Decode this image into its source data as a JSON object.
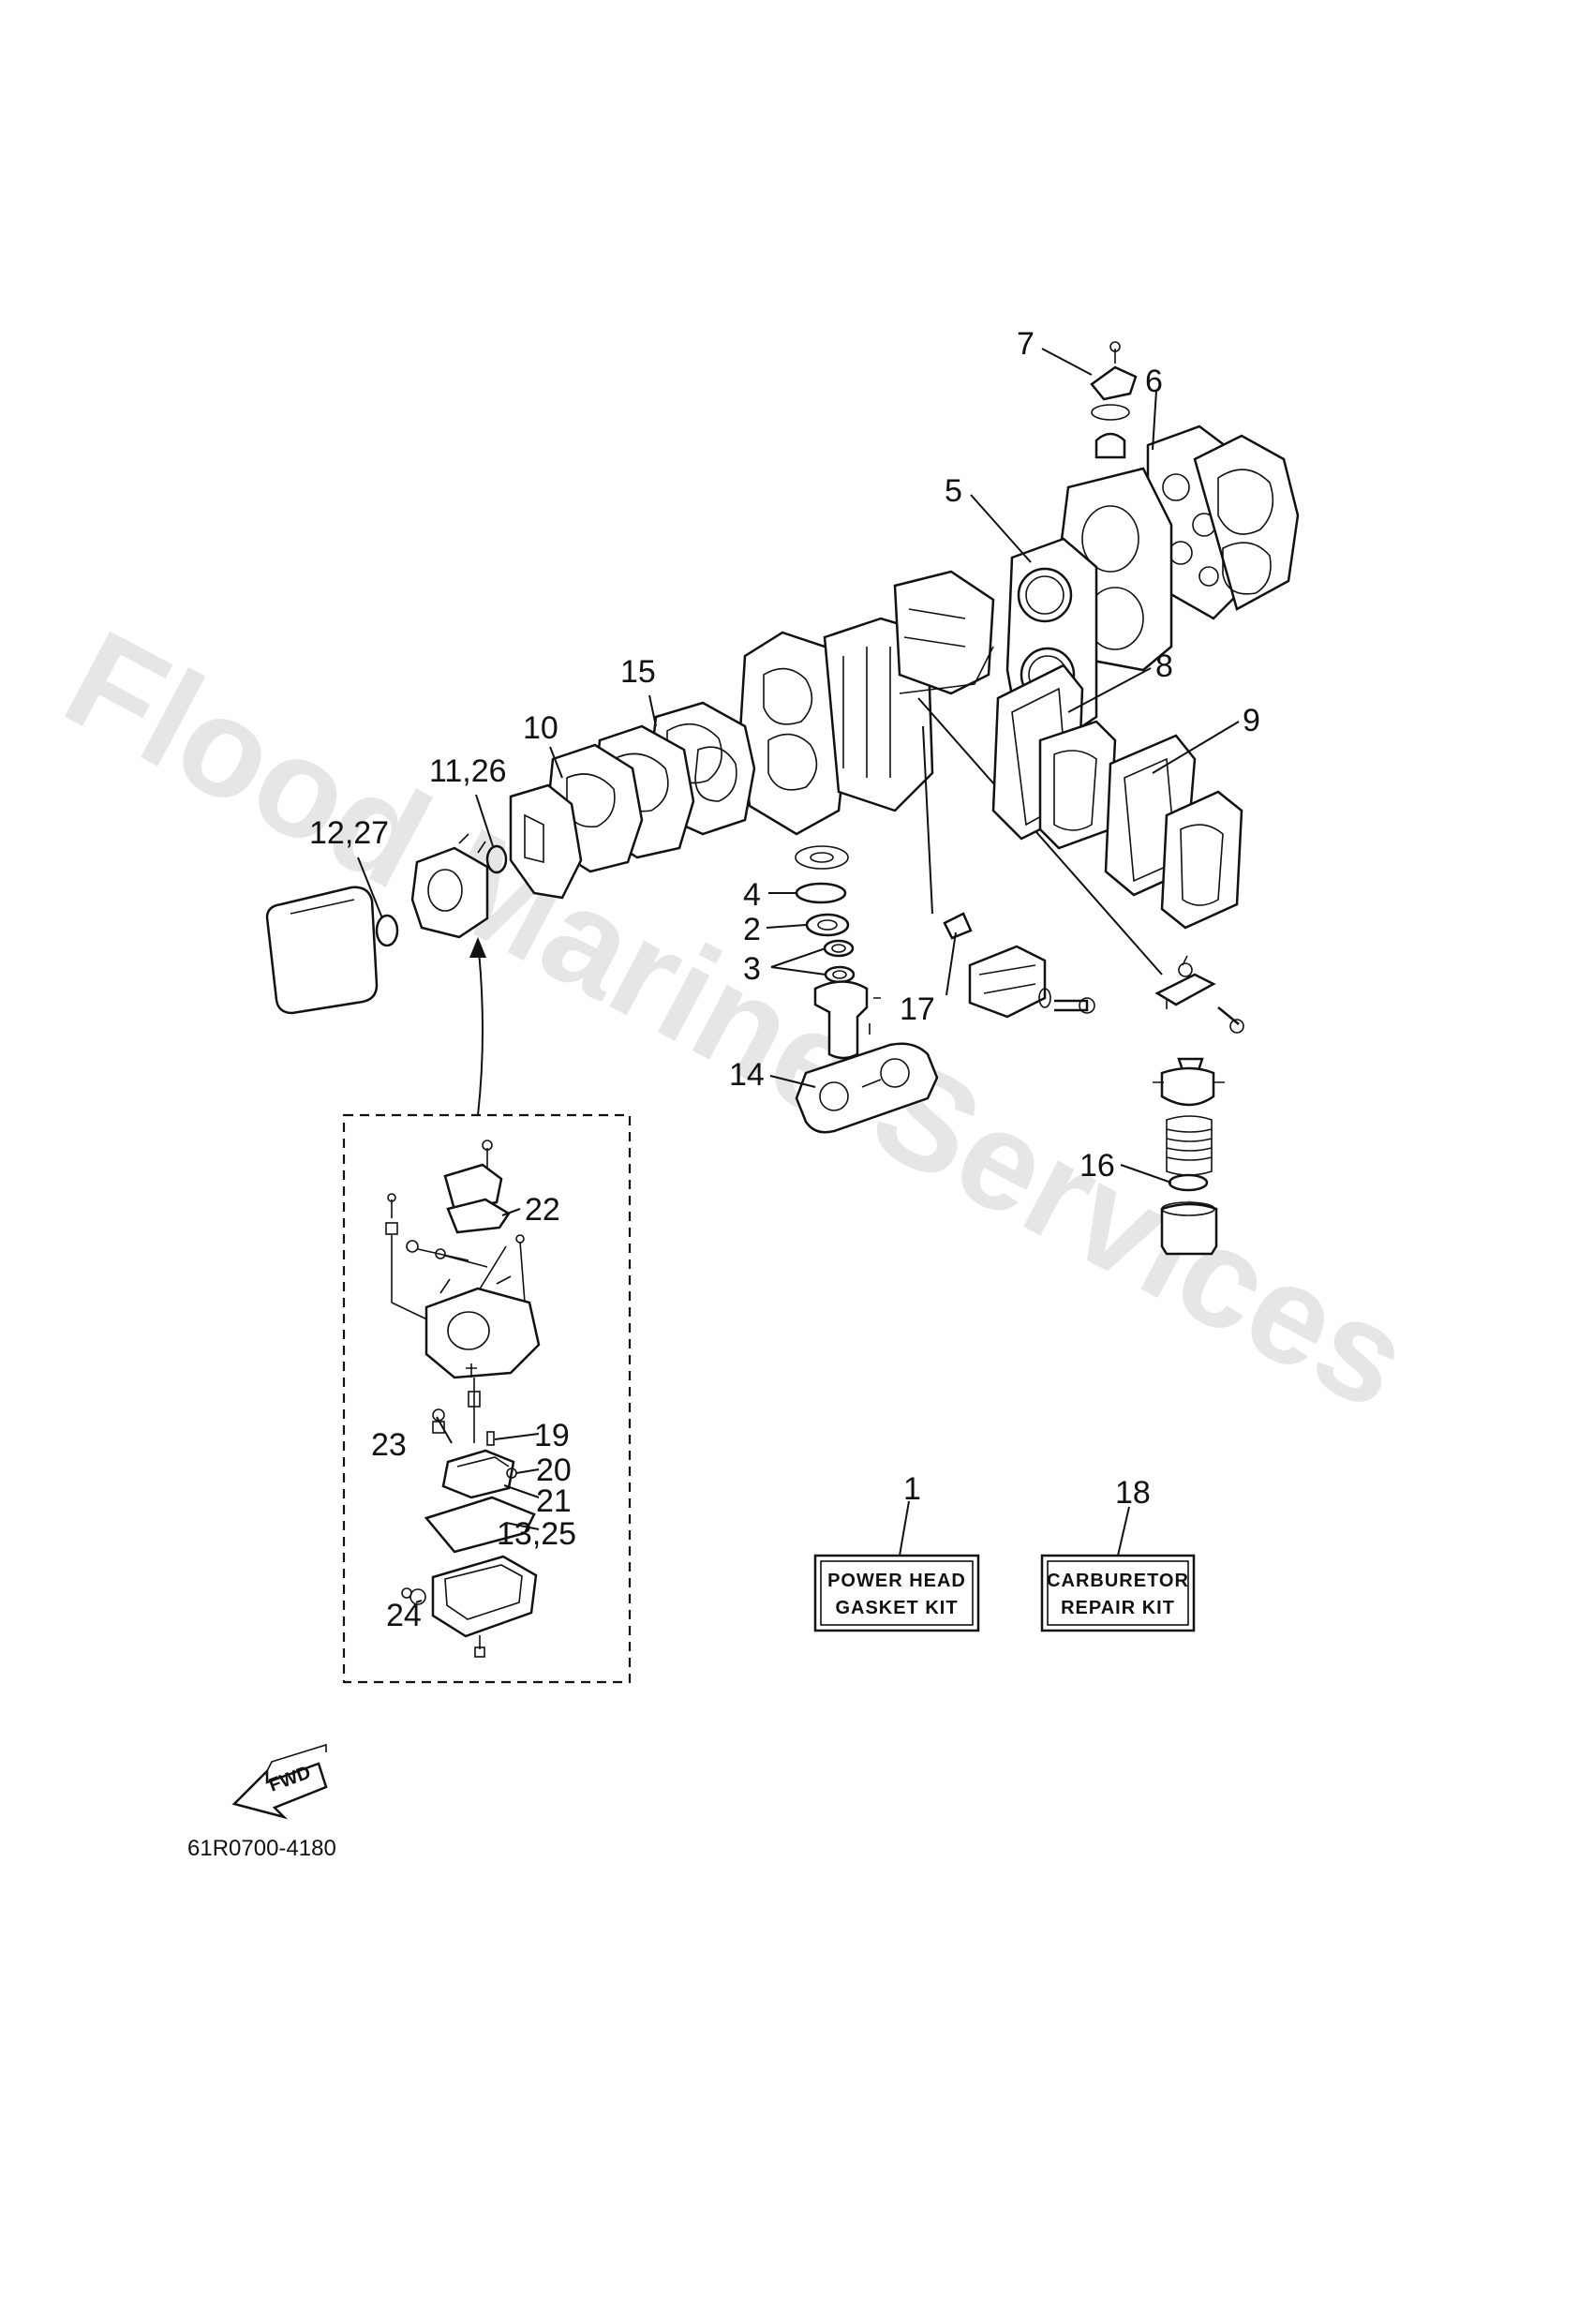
{
  "watermark": "Flood Marine Services",
  "diagram_code": "61R0700-4180",
  "fwd_label": "FWD",
  "kits": [
    {
      "number": "1",
      "line1": "POWER HEAD",
      "line2": "GASKET KIT"
    },
    {
      "number": "18",
      "line1": "CARBURETOR",
      "line2": "REPAIR KIT"
    }
  ],
  "callouts": {
    "c2": "2",
    "c3": "3",
    "c4": "4",
    "c5": "5",
    "c6": "6",
    "c7": "7",
    "c8": "8",
    "c9": "9",
    "c10": "10",
    "c11_26": "11,26",
    "c12_27": "12,27",
    "c13_25": "13,25",
    "c14": "14",
    "c15": "15",
    "c16": "16",
    "c17": "17",
    "c19": "19",
    "c20": "20",
    "c21": "21",
    "c22": "22",
    "c23": "23",
    "c24": "24"
  }
}
